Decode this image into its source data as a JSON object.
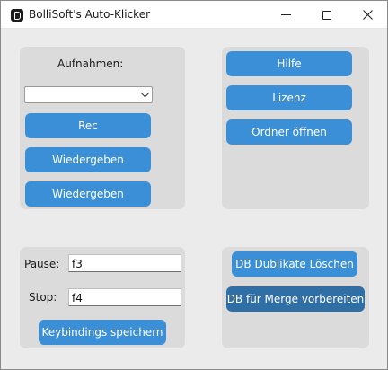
{
  "window": {
    "title": "BolliSoft's Auto-Klicker"
  },
  "recordings": {
    "label": "Aufnahmen:",
    "selected_value": "",
    "buttons": {
      "rec": "Rec",
      "play_1": "Wiedergeben",
      "play_2": "Wiedergeben"
    }
  },
  "info": {
    "buttons": {
      "help": "Hilfe",
      "license": "Lizenz",
      "open_folder": "Ordner öffnen"
    }
  },
  "keybindings": {
    "pause_label": "Pause:",
    "pause_value": "f3",
    "stop_label": "Stop:",
    "stop_value": "f4",
    "save_button": "Keybindings speichern"
  },
  "database": {
    "buttons": {
      "delete_duplicates": "DB Dublikate Löschen",
      "prepare_merge": "DB für Merge vorbereiten"
    }
  },
  "colors": {
    "button": "#3a8fd6",
    "button_hover": "#306ea6",
    "panel": "#dbdbdb",
    "window_bg": "#ebebeb"
  }
}
